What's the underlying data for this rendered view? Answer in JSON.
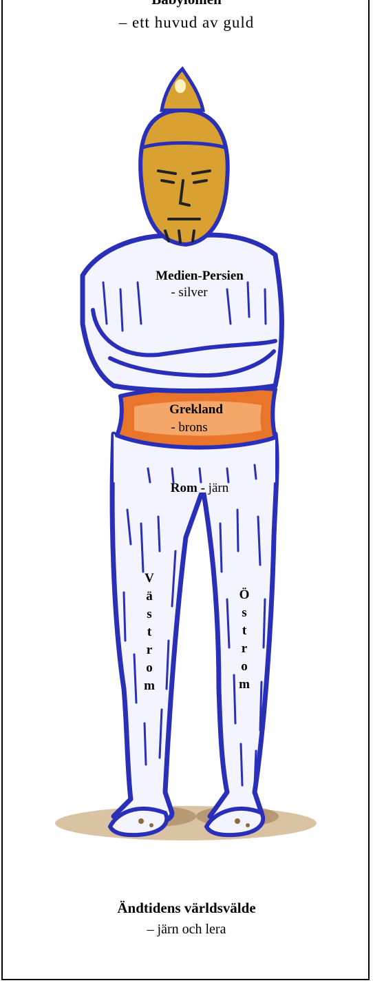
{
  "top": {
    "title": "Babylonien",
    "subtitle": "– ett huvud av guld"
  },
  "chest": {
    "title": "Medien-Persien",
    "subtitle": "- silver"
  },
  "belly": {
    "title": "Grekland",
    "subtitle": "- brons"
  },
  "legs": {
    "title": "Rom -",
    "subtitle": "järn"
  },
  "left_leg": {
    "letters": [
      "V",
      "ä",
      "s",
      "t",
      "r",
      "o",
      "m"
    ]
  },
  "right_leg": {
    "letters": [
      "Ö",
      "s",
      "t",
      "r",
      "o",
      "m"
    ]
  },
  "bottom": {
    "title": "Ändtidens världsvälde",
    "subtitle": "– järn och lera"
  },
  "colors": {
    "gold": "#d9a032",
    "silver": "#2a2fb8",
    "bronze": "#e8752a",
    "iron": "#2a2fb8",
    "ground": "#b08a5a"
  }
}
